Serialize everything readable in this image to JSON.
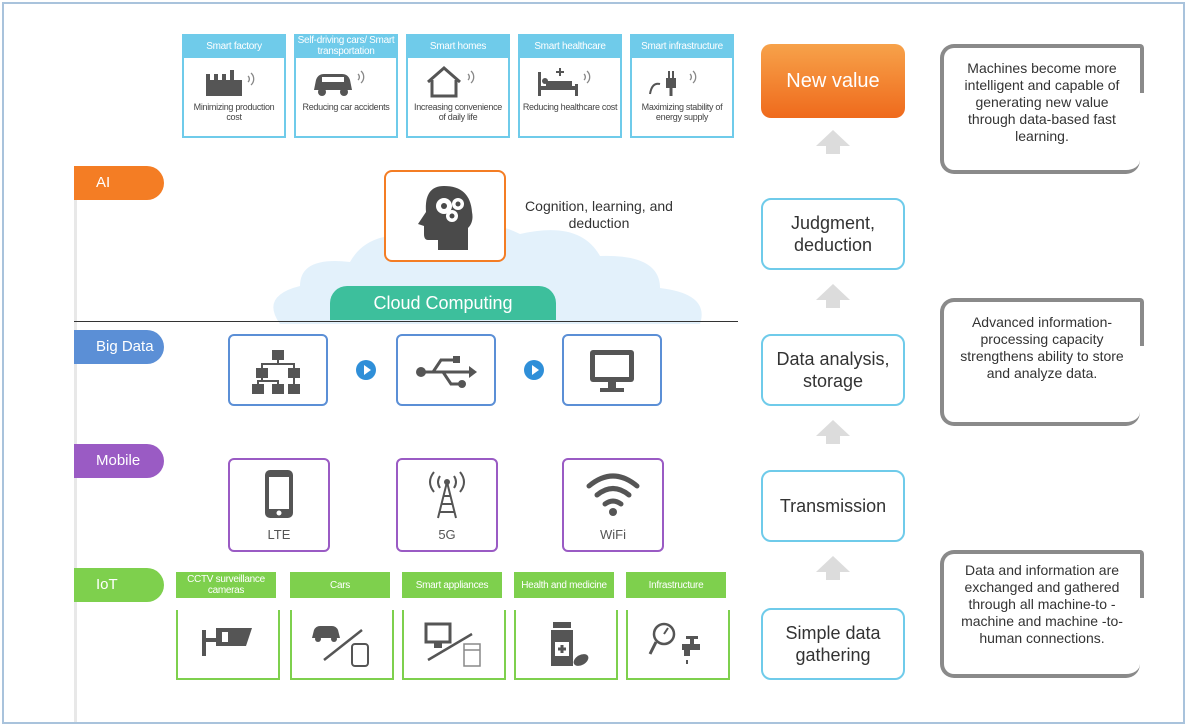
{
  "smart": [
    {
      "tag": "Smart factory",
      "caption": "Minimizing production cost",
      "icon": "factory-icon"
    },
    {
      "tag": "Self-driving cars/ Smart transportation",
      "caption": "Reducing car accidents",
      "icon": "car-icon"
    },
    {
      "tag": "Smart homes",
      "caption": "Increasing convenience of daily life",
      "icon": "home-icon"
    },
    {
      "tag": "Smart healthcare",
      "caption": "Reducing healthcare cost",
      "icon": "hospital-bed-icon"
    },
    {
      "tag": "Smart infrastructure",
      "caption": "Maximizing stability of energy supply",
      "icon": "power-plug-icon"
    }
  ],
  "layers": {
    "ai": "AI",
    "bigdata": "Big Data",
    "mobile": "Mobile",
    "iot": "IoT"
  },
  "ai": {
    "text": "Cognition, learning, and deduction",
    "icon": "brain-head-icon"
  },
  "cloud": {
    "label": "Cloud Computing"
  },
  "bigdata": {
    "icons": [
      "hierarchy-icon",
      "usb-icon",
      "monitor-icon"
    ]
  },
  "mobile": [
    {
      "label": "LTE",
      "icon": "smartphone-icon"
    },
    {
      "label": "5G",
      "icon": "antenna-icon"
    },
    {
      "label": "WiFi",
      "icon": "wifi-icon"
    }
  ],
  "iot": [
    {
      "tag": "CCTV surveillance cameras",
      "icon": "cctv-icon"
    },
    {
      "tag": "Cars",
      "icon": "car-phone-icon"
    },
    {
      "tag": "Smart appliances",
      "icon": "appliance-icon"
    },
    {
      "tag": "Health and medicine",
      "icon": "medicine-icon"
    },
    {
      "tag": "Infrastructure",
      "icon": "faucet-icon"
    }
  ],
  "flow": {
    "new_value": "New value",
    "judgment": "Judgment, deduction",
    "analysis": "Data analysis, storage",
    "transmission": "Transmission",
    "gathering": "Simple data gathering"
  },
  "notes": {
    "top": "Machines become more intelligent and capable of generating new value through data-based fast learning.",
    "middle": "Advanced information-processing capacity strengthens ability to store and analyze data.",
    "bottom": "Data and information are exchanged and gathered through all machine-to -machine and machine -to-human connections."
  },
  "colors": {
    "ai": "#f47d24",
    "bigdata": "#5b8fd6",
    "mobile": "#9a5bc4",
    "iot": "#7ed04d",
    "smart": "#6fcbea",
    "cloud": "#3dbf9c"
  }
}
